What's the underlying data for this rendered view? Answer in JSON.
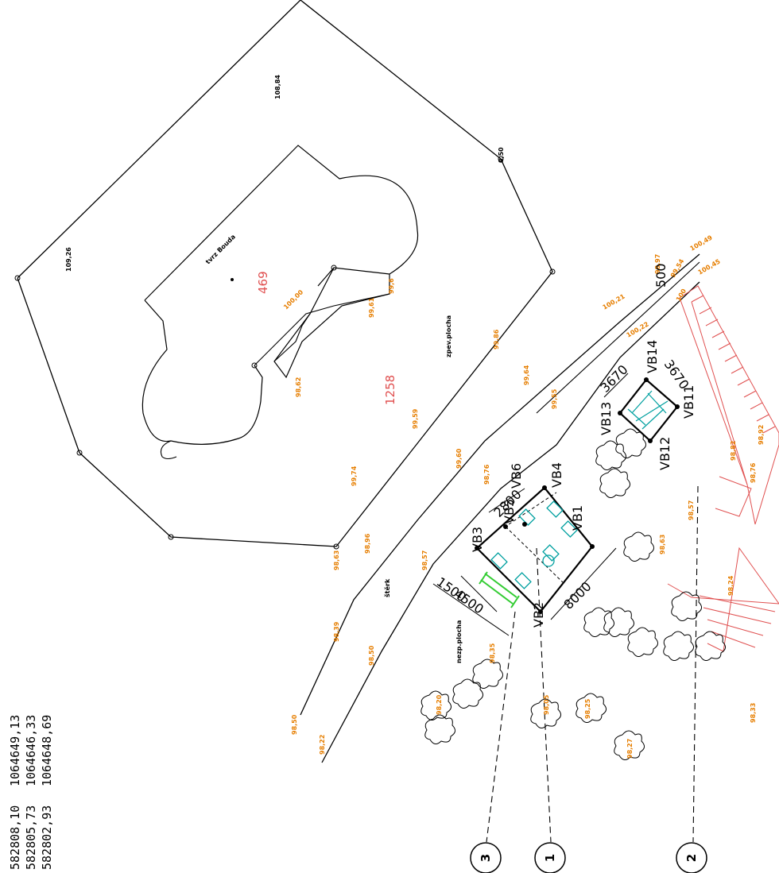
{
  "coordinates": [
    {
      "x": "582808,10",
      "y": "1064649,13"
    },
    {
      "x": "582805,73",
      "y": "1064646,33"
    },
    {
      "x": "582802,93",
      "y": "1064648,69"
    }
  ],
  "labels": {
    "fort": "tvrz Bouda",
    "paved": "zpev.plocha",
    "unpaved": "nezp.plocha",
    "gravel": "štěrk",
    "parcel_469": "469",
    "parcel_1258": "1258",
    "height_100": "100,00"
  },
  "dimensions": {
    "d8000": "8000",
    "d4500": "4500",
    "d1500": "1500",
    "d2800": "2800",
    "d3670": "3670",
    "d500": "500"
  },
  "points": {
    "vb1": "VB1",
    "vb2": "VB2",
    "vb3": "VB3",
    "vb4": "VB4",
    "vb5": "VB5",
    "vb6": "VB6",
    "vb11": "VB11",
    "vb12": "VB12",
    "vb13": "VB13",
    "vb14": "VB14"
  },
  "axes": [
    "3",
    "1",
    "2"
  ],
  "colors": {
    "survey_heights": "#e67e00",
    "parcel_numbers": "#e05050",
    "building_fixtures": "#00a0a0",
    "green_element": "#33cc33"
  }
}
